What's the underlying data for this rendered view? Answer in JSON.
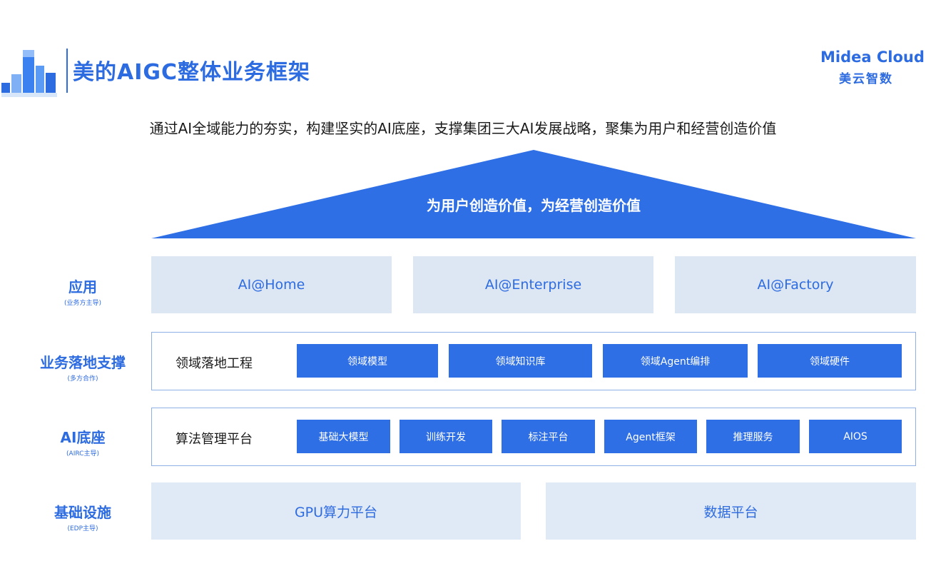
{
  "header": {
    "title": "美的AIGC整体业务框架",
    "logo_en": "Midea Cloud",
    "logo_cn": "美云智数"
  },
  "subtitle": "通过AI全域能力的夯实，构建坚实的AI底座，支撑集团三大AI发展战略，聚集为用户和经营创造价值",
  "roof": {
    "text": "为用户创造价值，为经营创造价值"
  },
  "rows": {
    "application": {
      "label": "应用",
      "sub": "(业务方主导)",
      "items": [
        "AI@Home",
        "AI@Enterprise",
        "AI@Factory"
      ]
    },
    "business": {
      "label": "业务落地支撑",
      "sub": "(多方合作)",
      "frame_label": "领域落地工程",
      "items": [
        "领域模型",
        "领域知识库",
        "领域Agent编排",
        "领域硬件"
      ]
    },
    "ai_base": {
      "label": "AI底座",
      "sub": "(AIRC主导)",
      "frame_label": "算法管理平台",
      "items": [
        "基础大模型",
        "训练开发",
        "标注平台",
        "Agent框架",
        "推理服务",
        "AIOS"
      ]
    },
    "infra": {
      "label": "基础设施",
      "sub": "(EDP主导)",
      "items": [
        "GPU算力平台",
        "数据平台"
      ]
    }
  },
  "colors": {
    "primary": "#2d6be0",
    "chip": "#2f6fe6",
    "app_box": "#dde6f3",
    "frame_border": "#8fb0e6"
  }
}
